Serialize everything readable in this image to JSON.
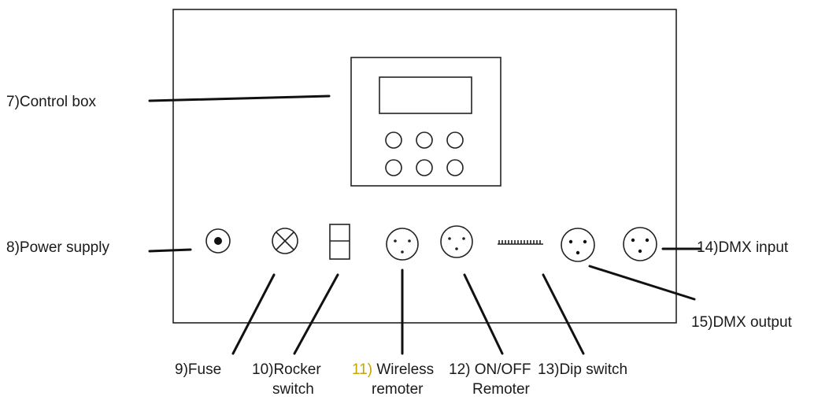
{
  "labels": {
    "control_box": "7)Control box",
    "power_supply": "8)Power supply",
    "fuse": "9)Fuse",
    "rocker_line1": "10)Rocker",
    "rocker_line2": "switch",
    "wireless_num": "11)",
    "wireless_line1": " Wireless",
    "wireless_line2": "remoter",
    "onoff_line1": "12) ON/OFF",
    "onoff_line2": "Remoter",
    "dip_switch": "13)Dip switch",
    "dmx_input": "14)DMX input",
    "dmx_output": "15)DMX output"
  },
  "colors": {
    "line": "#111111",
    "text": "#1a1a1a",
    "accent_number": "#c8a400"
  }
}
